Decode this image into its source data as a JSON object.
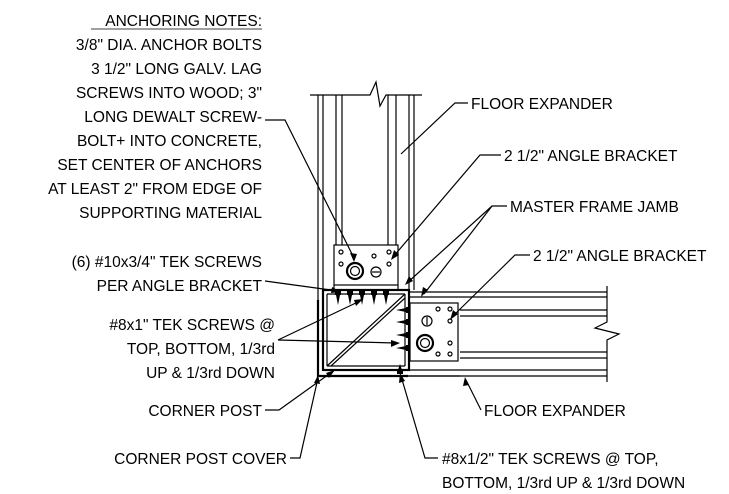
{
  "notes": {
    "title": "ANCHORING NOTES:",
    "lines": [
      "3/8\" DIA. ANCHOR BOLTS",
      "3 1/2\" LONG GALV. LAG",
      "SCREWS INTO WOOD; 3\"",
      "LONG DEWALT SCREW-",
      "BOLT+ INTO CONCRETE,",
      "SET CENTER OF ANCHORS",
      "AT LEAST 2\" FROM EDGE OF",
      "SUPPORTING MATERIAL"
    ]
  },
  "labels": {
    "floor_expander_top": "FLOOR EXPANDER",
    "angle_bracket_top": "2 1/2\" ANGLE BRACKET",
    "master_frame_jamb": "MASTER FRAME JAMB",
    "angle_bracket_right": "2 1/2\" ANGLE BRACKET",
    "tek_10_line1": "(6) #10x3/4\" TEK SCREWS",
    "tek_10_line2": "PER ANGLE BRACKET",
    "tek_8_line1": "#8x1\" TEK SCREWS @",
    "tek_8_line2": "TOP, BOTTOM, 1/3rd",
    "tek_8_line3": "UP & 1/3rd DOWN",
    "corner_post": "CORNER POST",
    "floor_expander_bottom": "FLOOR EXPANDER",
    "corner_post_cover": "CORNER POST COVER",
    "tek_half_line1": "#8x1/2\" TEK SCREWS @ TOP,",
    "tek_half_line2": "BOTTOM, 1/3rd UP & 1/3rd DOWN"
  }
}
